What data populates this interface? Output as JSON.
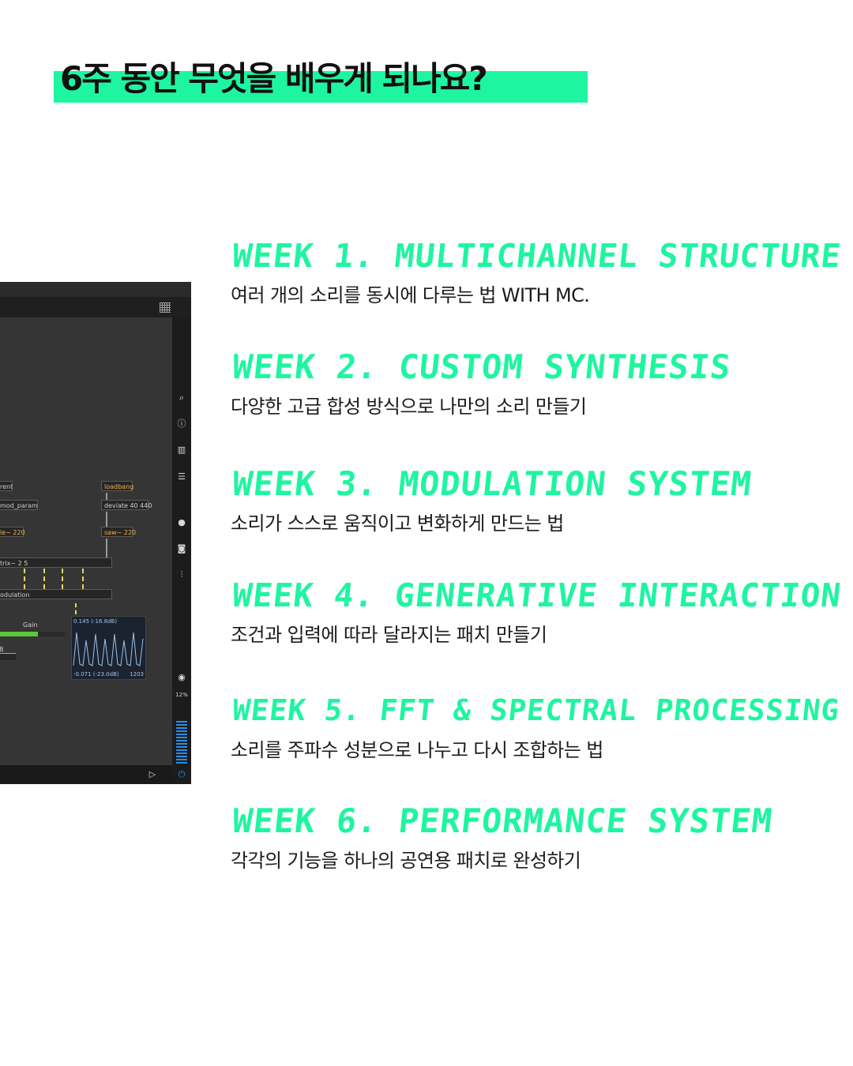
{
  "heading": {
    "title": "6주 동안 무엇을 배우게 되나요?"
  },
  "weeks": [
    {
      "title": "WEEK 1. MULTICHANNEL STRUCTURE",
      "desc": "여러 개의 소리를 동시에 다루는 법 WITH MC."
    },
    {
      "title": "WEEK 2. CUSTOM SYNTHESIS",
      "desc": "다양한 고급 합성 방식으로 나만의 소리 만들기"
    },
    {
      "title": "WEEK 3. MODULATION SYSTEM",
      "desc": "소리가 스스로 움직이고 변화하게 만드는 법"
    },
    {
      "title": "WEEK 4. GENERATIVE INTERACTION",
      "desc": "조건과 입력에 따라 달라지는 패치 만들기"
    },
    {
      "title": "WEEK 5. FFT & SPECTRAL PROCESSING",
      "desc": "소리를 주파수 성분으로 나누고 다시 조합하는 법"
    },
    {
      "title": "WEEK 6. PERFORMANCE SYSTEM",
      "desc": "각각의 기능을 하나의 공연용 패치로 완성하기"
    }
  ],
  "patch": {
    "objects": {
      "rent": "rent",
      "mod_param": "mod_param",
      "le_220": "le~ 220",
      "loadbang": "loadbang",
      "deviate": "deviate 40 440",
      "saw": "saw~ 220",
      "matrix": "trix~ 2 5",
      "modulation": "odulation",
      "gain": "Gain",
      "db": "B"
    },
    "scope": {
      "top_value": "0.145 (-16.8dB)",
      "bottom_value": "-0.071 (-23.0dB)",
      "buffer": "1203"
    },
    "cpu": "12%"
  },
  "icons": {
    "sidebar": [
      "search-icon",
      "info-icon",
      "book-icon",
      "list-icon",
      "comment-icon",
      "camera-icon",
      "mixer-icon",
      "record-icon",
      "power-icon"
    ],
    "bottom": "play-icon"
  },
  "colors": {
    "accent": "#1ef5a0",
    "meter": "#2a8fe8",
    "patch_cord": "#e6d65a"
  }
}
